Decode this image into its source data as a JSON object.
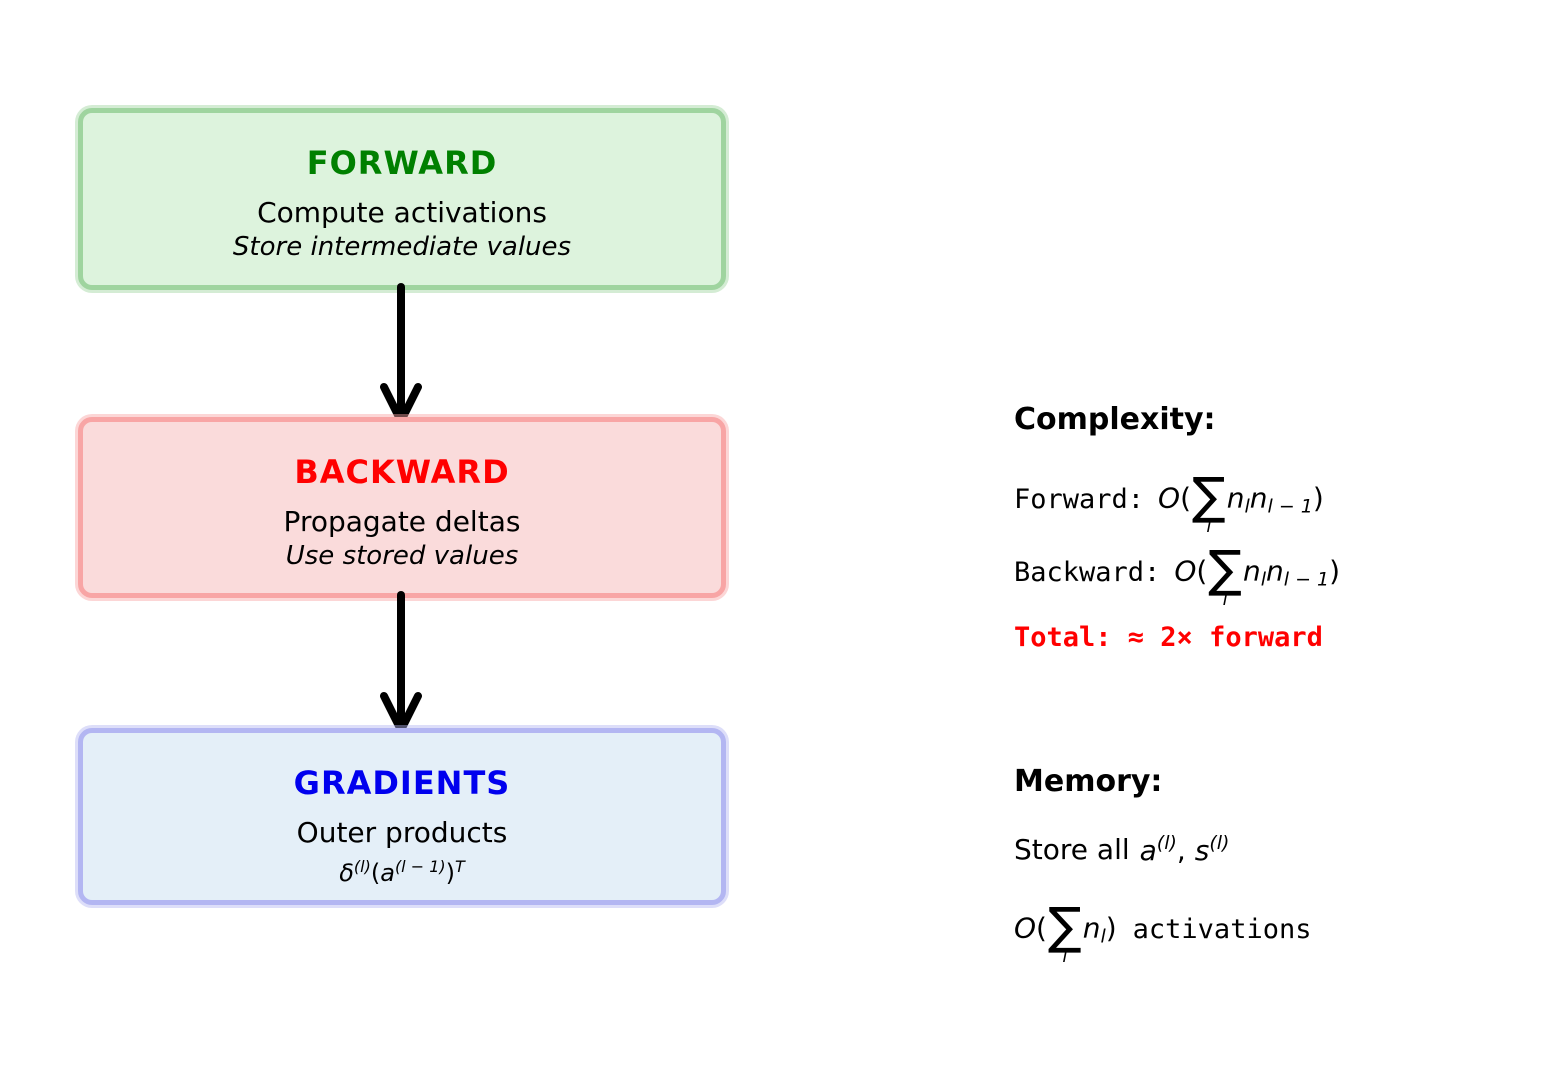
{
  "flow": {
    "boxes": [
      {
        "title": "FORWARD",
        "subtitle": "Compute activations",
        "note": "Store intermediate values"
      },
      {
        "title": "BACKWARD",
        "subtitle": "Propagate deltas",
        "note": "Use stored values"
      },
      {
        "title": "GRADIENTS",
        "subtitle": "Outer products"
      }
    ],
    "gradients_formula": {
      "delta": "δ",
      "delta_sup": "(l)",
      "open_paren": "(",
      "a": "a",
      "a_sup": "(l − 1)",
      "close_paren": ")",
      "t_sup": "T"
    }
  },
  "complexity": {
    "heading": "Complexity:",
    "rows": [
      {
        "label": "Forward:",
        "o": "O",
        "open": "(",
        "sum": "∑",
        "sum_sub": "l",
        "n1": "n",
        "n1_sub": "l",
        "n2": "n",
        "n2_sub": "l − 1",
        "close": ")"
      },
      {
        "label": "Backward:",
        "o": "O",
        "open": "(",
        "sum": "∑",
        "sum_sub": "l",
        "n1": "n",
        "n1_sub": "l",
        "n2": "n",
        "n2_sub": "l − 1",
        "close": ")"
      }
    ],
    "total_line": "Total: ≈ 2× forward"
  },
  "memory": {
    "heading": "Memory:",
    "store_prefix": "Store all",
    "a": "a",
    "a_sup": "(l)",
    "separator": ", ",
    "s": "s",
    "s_sup": "(l)",
    "o": "O",
    "open": "(",
    "sum": "∑",
    "sum_sub": "l",
    "n": "n",
    "n_sub": "l",
    "close": ")",
    "suffix": "activations"
  },
  "colors": {
    "background": "#ffffff",
    "body_text": "#000000",
    "arrow": "#000000",
    "forward_fill": "#ddf3dd",
    "forward_border": "#9fd49f",
    "forward_halo": "rgba(159,212,159,0.45)",
    "forward_title": "#008000",
    "backward_fill": "#fadbdb",
    "backward_border": "#f8a5a5",
    "backward_halo": "rgba(248,165,165,0.45)",
    "backward_title": "#ff0000",
    "gradients_fill": "#e4eff8",
    "gradients_border": "#b3b6f2",
    "gradients_halo": "rgba(179,182,242,0.45)",
    "gradients_title": "#0000ee",
    "total_text": "#ff0000"
  }
}
